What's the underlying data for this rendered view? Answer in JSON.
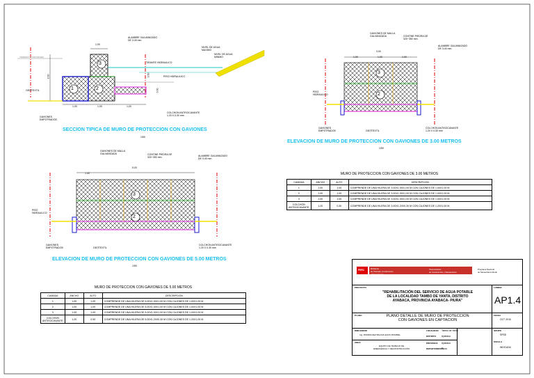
{
  "sections": {
    "typical": {
      "caption": "SECCION TIPICA DE MURO DE PROTECCION CON GAVIONES",
      "scale": "1/50",
      "labels": {
        "alambre": "ALAMBRE GALVANIZADO\nDE 3.40 mm",
        "nivel_max": "NIVEL DE AGUA\nMAXIMO",
        "nivel_min": "NIVEL DE AGUA\nMINIMO",
        "tirante": "TIRANTE HIDRAULICO",
        "piso": "PISO HIDRAULICO",
        "terreno": "TERRENO A PROTEGER",
        "geotextil": "GEOTEXTIL",
        "gaviones": "GAVIONES\nEMPOTRADOS",
        "colchon": "COLCHON ANTISOCAVANTE\n1.20 X 0.30 mm"
      },
      "dims": {
        "top": "1.00",
        "b1": "1.00",
        "b2": "1.00",
        "b3": "1.20",
        "h_total": "2.00",
        "h": "0.30",
        "h2": "0.50"
      }
    },
    "elev3": {
      "caption": "ELEVACION DE MURO DE PROTECCION CON GAVIONES DE 3.00 METROS",
      "scale": "1/50",
      "labels": {
        "malla": "GAVIONES DE MALLA\nGALVANIZADA",
        "piedra": "CONTINE PIEDRA DE\n320~350 mm",
        "alambre": "ALAMBRE GALVANIZADO\nDE 3.40 mm",
        "piso": "PISO\nHIDRAULICO",
        "gaviones": "GAVIONES\nEMPOTRADOS",
        "geotextil": "GEOTEXTIL",
        "colchon": "COLCHON ANTISOCAVANTE\n1.20 X 0.30 mm"
      },
      "dims": {
        "total": "3.00",
        "d1": "1.00",
        "d2": "1.00",
        "d3": "1.00"
      }
    },
    "elev5": {
      "caption": "ELEVACION DE MURO DE PROTECCION CON GAVIONES DE 5.00 METROS",
      "scale": "1/50",
      "labels": {
        "malla": "GAVIONES DE MALLA\nGALVANIZADA",
        "piedra": "CONTINE PIEDRA DE\n320~350 mm",
        "alambre": "ALAMBRE GALVANIZADO\nDE 3.40 mm",
        "piso": "PISO\nHIDRAULICO",
        "gaviones": "GAVIONES\nEMPOTRADOS",
        "geotextil": "GEOTEXTIL",
        "colchon": "COLCHON ANTISOCAVANTE\n1.20 X 0.30 mm"
      },
      "dims": {
        "total": "5.00",
        "d": "1.00"
      }
    }
  },
  "tables": {
    "t3": {
      "title": "MURO DE PROTECCION CON GAVIONES DE 3.00 METROS",
      "headers": [
        "CAMADA",
        "ANCHO",
        "ALTO",
        "DESCRIPCION"
      ],
      "rows": [
        [
          "1",
          "1.00",
          "1.00",
          "COMPRENDE DE UNA HILERA DE 3.00X1.00X1.00 M CON CAJONES DE 1.00X1.00 M"
        ],
        [
          "2",
          "1.00",
          "1.00",
          "COMPRENDE DE UNA HILERA DE 3.00X1.00X1.00 M CON CAJONES DE 1.00X1.00 M"
        ],
        [
          "3",
          "1.00",
          "1.00",
          "COMPRENDE DE UNA HILERA DE 3.00X1.00X1.00 M CON CAJONES DE 1.00X1.00 M"
        ],
        [
          "COLCHON ANTISOCAVANTE",
          "1.20",
          "0.30",
          "COMPRENDE DE UNA HILERA DE 3.00X1.20X0.30 M CON CAJONES DE 1.20X1.00 M"
        ]
      ]
    },
    "t5": {
      "title": "MURO DE PROTECCION CON GAVIONES DE 5.00 METROS",
      "headers": [
        "CAMADA",
        "ANCHO",
        "ALTO",
        "DESCRIPCION"
      ],
      "rows": [
        [
          "1",
          "1.00",
          "1.00",
          "COMPRENDE DE UNA HILERA DE 5.00X1.00X1.00 M CON CAJONES DE 1.00X1.00 M"
        ],
        [
          "2",
          "1.00",
          "1.00",
          "COMPRENDE DE UNA HILERA DE 5.00X1.00X1.00 M CON CAJONES DE 1.00X1.00 M"
        ],
        [
          "3",
          "1.00",
          "1.00",
          "COMPRENDE DE UNA HILERA DE 5.00X1.00X1.00 M CON CAJONES DE 1.00X1.00 M"
        ],
        [
          "COLCHON ANTISOCAVANTE",
          "1.20",
          "0.30",
          "COMPRENDE DE UNA HILERA DE 5.00X1.20X0.30 M CON CAJONES DE 1.20X1.00 M"
        ]
      ]
    }
  },
  "title_block": {
    "peru": "PERÚ",
    "ministry": "Ministerio\nde Vivienda, Construcción\ny Saneamiento",
    "vice": "Viceministerio\nde Construcción y Saneamiento",
    "program": "Programa Nacional\nde Saneamiento Rural",
    "proyecto_lbl": "PROYECTO",
    "project": "\"REHABILITACIÓN DEL SERVICIO DE AGUA POTABLE\nDE LA LOCALIDAD TAMBO DE YANTA, DISTRITO\nAYABACA, PROVINCIA AYABACA- PIURA\"",
    "lamina_lbl": "LÁMINA",
    "sheet": "AP1.4",
    "plano_lbl": "PLANO",
    "plano": "PLANO DETALLE DE MURO DE PROTECCION\nCON GAVIONES EN CAPTACION",
    "fecha_lbl": "FECHA",
    "fecha": "OCT. 2016",
    "dibujo_lbl": "DIBUJADOR",
    "dibujo": "Ing. RODRIGUEZ BALVAS ELVIS ROMMEL",
    "area_lbl": "ÁREA",
    "area": "EQUIPO DE TRABAJO DE\nEMERGENCIA Y RECONSTRUCCIÓN",
    "localidad_lbl": "LOCALIDAD",
    "localidad": "Tambo de Yanta",
    "distrito_lbl": "DISTRITO",
    "distrito": "Ayabaca",
    "provincia_lbl": "PROVINCIA",
    "provincia": "Ayabaca",
    "departamento_lbl": "DEPARTAMENTO",
    "departamento": "Piura",
    "grupo_lbl": "GRUPO",
    "grupo": "SRSD",
    "escala_lbl": "ESCALA",
    "escala": "INDICADA"
  },
  "colors": {
    "caption": "#19c0f0",
    "colchon": "#e040e0",
    "water": "#18c8c0",
    "terrain": "#f0e000",
    "red": "#e00000",
    "cell": "#f0a000",
    "border": "#1a1acc"
  }
}
